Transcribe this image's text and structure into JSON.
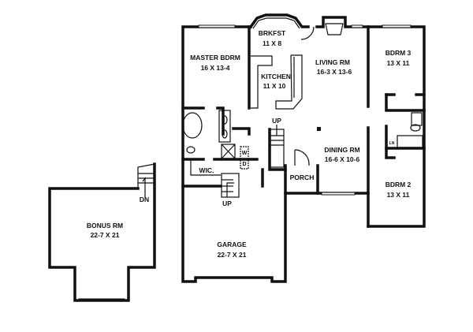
{
  "rooms": {
    "breakfast": {
      "name": "BRKFST",
      "size": "11 X 8"
    },
    "master_bedroom": {
      "name": "MASTER BDRM",
      "size": "16 X 13-4"
    },
    "kitchen": {
      "name": "KITCHEN",
      "size": "11 X 10"
    },
    "living_room": {
      "name": "LIVING RM",
      "size": "16-3 X 13-6"
    },
    "bedroom_3": {
      "name": "BDRM 3",
      "size": "13 X 11"
    },
    "bedroom_2": {
      "name": "BDRM 2",
      "size": "13 X 11"
    },
    "dining_room": {
      "name": "DINING RM",
      "size": "16-6 X 10-6"
    },
    "garage": {
      "name": "GARAGE",
      "size": "22-7 X 21"
    },
    "bonus_room": {
      "name": "BONUS RM",
      "size": "22-7 X 21"
    },
    "wic": {
      "name": "WIC."
    },
    "porch": {
      "name": "PORCH"
    },
    "laundry": {
      "washer": "W",
      "dryer": "D"
    },
    "linen": "LN"
  },
  "stairs": {
    "up_main": "UP",
    "up_garage": "UP",
    "down_bonus": "DN"
  }
}
